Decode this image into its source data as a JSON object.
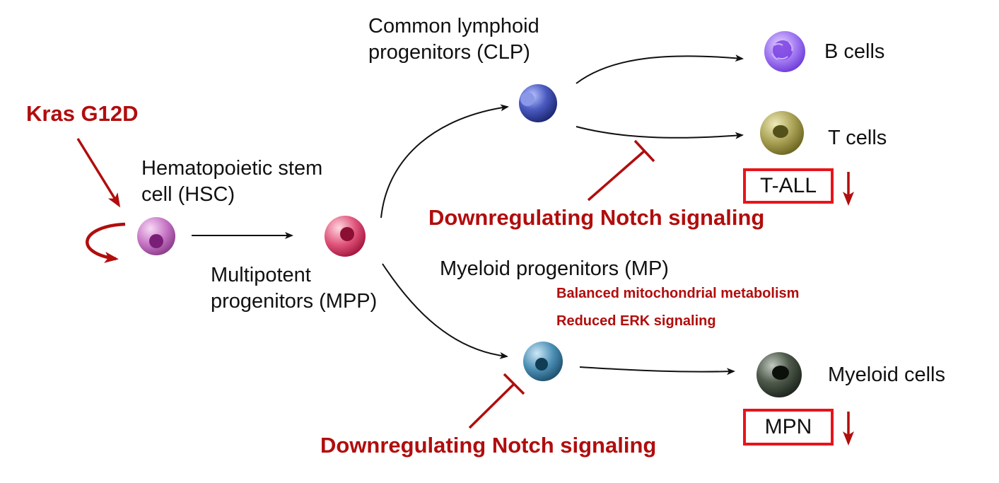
{
  "mutation": "Kras G12D",
  "cells": {
    "hsc": "Hematopoietic stem\ncell (HSC)",
    "mpp": "Multipotent\nprogenitors (MPP)",
    "clp": "Common lymphoid\nprogenitors (CLP)",
    "mp": "Myeloid progenitors (MP)",
    "b": "B cells",
    "t": "T cells",
    "myeloid": "Myeloid cells"
  },
  "notes": {
    "notch_lymphoid": "Downregulating Notch signaling",
    "notch_myeloid": "Downregulating Notch signaling",
    "metabolism": "Balanced mitochondrial metabolism",
    "erk": "Reduced ERK signaling"
  },
  "diseases": {
    "tall": "T-ALL",
    "mpn": "MPN"
  },
  "colors": {
    "annotation_red": "#b10d0d",
    "box_red": "#e8141a",
    "hsc": "#b150b0",
    "mpp": "#d8305e",
    "clp": "#2b3a96",
    "mp": "#2d6f93",
    "b": "#7d45e6",
    "t": "#8a8230",
    "myeloid": "#2f3a2d"
  }
}
